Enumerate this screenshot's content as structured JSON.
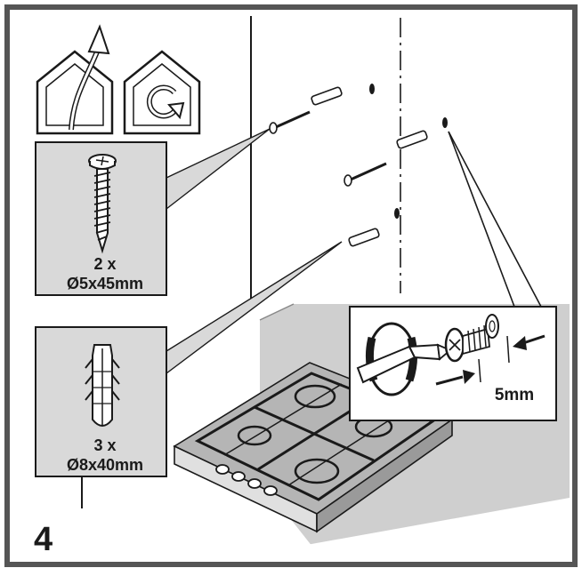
{
  "diagram": {
    "icons": [
      "outdoor-exhaust-icon",
      "recirculation-icon"
    ],
    "screw": {
      "quantity": "2 x",
      "size": "Ø5x45mm"
    },
    "wall_plug": {
      "quantity": "3 x",
      "size": "Ø8x40mm"
    },
    "detail": {
      "gap": "5mm"
    },
    "step_number": "4",
    "colors": {
      "line": "#1a1a1a",
      "panel": "#d9d9d9",
      "worktop": "#cfcfcf",
      "frame": "#555555"
    }
  }
}
